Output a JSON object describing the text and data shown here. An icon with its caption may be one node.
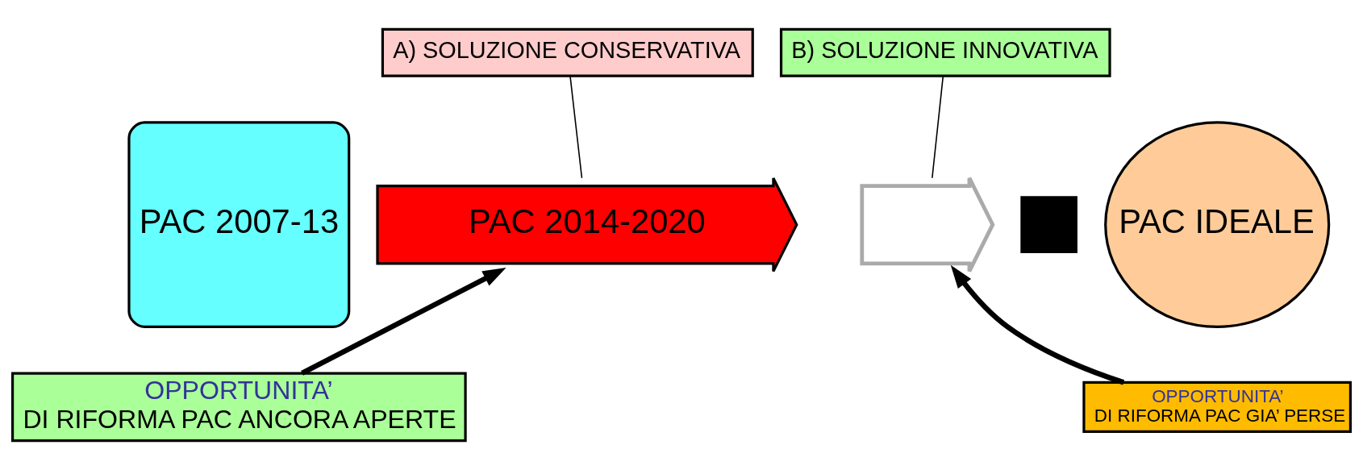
{
  "diagram": {
    "nodes": [
      {
        "text": [
          "PAC 2007-13"
        ]
      },
      {
        "text": [
          "A) SOLUZIONE CONSERVATIVA"
        ]
      },
      {
        "text": [
          "B) SOLUZIONE INNOVATIVA"
        ]
      },
      {
        "text": [
          "PAC 2014-2020"
        ]
      },
      {
        "text": [],
        "shape": "arrow"
      },
      {
        "text": [],
        "shape": "cross"
      },
      {
        "text": [
          "PAC IDEALE"
        ]
      },
      {
        "text": [
          "OPPORTUNITA’",
          "DI RIFORMA PAC ANCORA APERTE"
        ]
      },
      {
        "text": [
          "OPPORTUNITA’",
          "DI RIFORMA PAC GIA’ PERSE"
        ]
      }
    ],
    "edges": [
      {
        "from": 1,
        "to": 3,
        "arrow": "none"
      },
      {
        "from": 2,
        "to": 4,
        "arrow": "none"
      },
      {
        "from": 7,
        "to": 3,
        "arrow": "to",
        "style": "thick"
      },
      {
        "from": 8,
        "to": 4,
        "arrow": "to",
        "style": "thick"
      }
    ]
  }
}
